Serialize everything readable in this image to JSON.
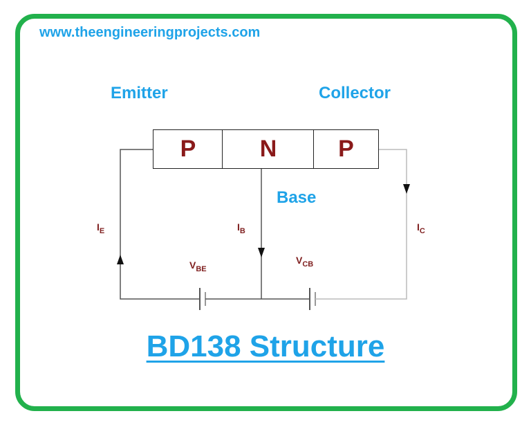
{
  "website": "www.theengineeringprojects.com",
  "labels": {
    "emitter": "Emitter",
    "collector": "Collector",
    "base": "Base"
  },
  "layers": [
    "P",
    "N",
    "P"
  ],
  "currents": {
    "ie": {
      "main": "I",
      "sub": "E"
    },
    "ib": {
      "main": "I",
      "sub": "B"
    },
    "ic": {
      "main": "I",
      "sub": "C"
    }
  },
  "voltages": {
    "vbe": {
      "main": "V",
      "sub": "BE"
    },
    "vcb": {
      "main": "V",
      "sub": "CB"
    }
  },
  "title": "BD138 Structure",
  "colors": {
    "frame": "#22b14c",
    "text_blue": "#1fa3e8",
    "layer_text": "#8a1a1a",
    "current_text": "#7f1f1f",
    "wire": "#555555"
  }
}
